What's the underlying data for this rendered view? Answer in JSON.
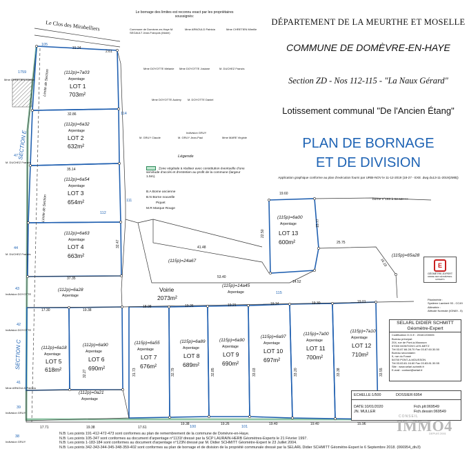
{
  "header": {
    "department": "DÉPARTEMENT DE LA MEURTHE ET MOSELLE",
    "commune": "COMMUNE DE DOMÈVRE-EN-HAYE",
    "section": "Section ZD - Nos 112-115 - \"La Naux Gérard\"",
    "subdivision": "Lotissement communal \"De l'Ancien Étang\"",
    "title_line1": "PLAN DE BORNAGE",
    "title_line2": "ET DE DIVISION",
    "application_note": "Application graphique conforme au plan d'exécution fourni par URBI-NOV le 11-12-2019 (18-27 - EXE .dwg du13-11-2019(2MB))"
  },
  "top_note": "Le bornage des limites est reconnu exact par les propriétaires soussignés:",
  "signatories": [
    "Commune de Domèvre-en-Haye  M. SEGAULT Jean-François (Maire)",
    "Mme ARNOULD Patricia",
    "Mme CHRETIEN Mireille",
    "Mme DOYOTTE Mélanie",
    "Mme DOYOTTE Josiane",
    "M. DUCHEZ Francis",
    "Mme DOYOTTE Audrey",
    "M. DOYOTTE Daniel",
    "Indivision GRUY",
    "M. GRUY Claude",
    "M. GRUY Jean-Paul",
    "Mme MARE Virginie"
  ],
  "street": "Le Clos des Mirabelliers",
  "legend": {
    "title": "Légende",
    "items": [
      "Zone végétale à réaliser avec constitution éventuelle d'une servitude d'accès et d'entretien au profit de la commune (largeur 1.5m).",
      "B.A  Borne ancienne",
      "B.N  Borne nouvelle",
      "Piquet",
      "M.R  Marque Rouge"
    ]
  },
  "lots": [
    {
      "ref": "(112p)=7a03",
      "name": "LOT 1",
      "area": "703m²"
    },
    {
      "ref": "(112p)=6a32",
      "name": "LOT 2",
      "area": "632m²"
    },
    {
      "ref": "(112p)=6a54",
      "name": "LOT 3",
      "area": "654m²"
    },
    {
      "ref": "(112p)=6a63",
      "name": "LOT 4",
      "area": "663m²"
    },
    {
      "ref": "(112p)=6a18",
      "name": "LOT 5",
      "area": "618m²"
    },
    {
      "ref": "(112p)=6a90",
      "name": "LOT 6",
      "area": "690m²"
    },
    {
      "ref": "(115p)=6a55",
      "name": "LOT 7",
      "area": "676m²"
    },
    {
      "ref": "(115p)=6a89",
      "name": "LOT 8",
      "area": "689m²"
    },
    {
      "ref": "(115p)=6a90",
      "name": "LOT 9",
      "area": "690m²"
    },
    {
      "ref": "(115p)=6a97",
      "name": "LOT 10",
      "area": "697m²"
    },
    {
      "ref": "(115p)=7a00",
      "name": "LOT 11",
      "area": "700m²"
    },
    {
      "ref": "(115p)=7a10",
      "name": "LOT 12",
      "area": "710m²"
    },
    {
      "ref": "(115p)=6a00",
      "name": "LOT 13",
      "area": "600m²"
    }
  ],
  "arpentage": "Arpentage",
  "other_parcels": {
    "p112_28": "(112p)=6a28",
    "p112_21": "(112p)=0a21",
    "p115_24": "(115p)=24a67",
    "p115_14": "(115p)=14a45",
    "p115_65": "(115p)=65a28",
    "voirie_name": "Voirie",
    "voirie_area": "2073m²",
    "borne_note": "borne n°183 à 62.53>>>"
  },
  "section_labels": [
    "SECTION E",
    "SECTION C",
    "Limite de Section",
    "Limite de Section"
  ],
  "parcel_numbers": [
    "105",
    "1759",
    "47",
    "44",
    "43",
    "42",
    "41",
    "39",
    "38",
    "112",
    "115",
    "111",
    "100",
    "101",
    "114"
  ],
  "neighbours": [
    "Mme CHRETIEN Mireille",
    "M. DUCHEZ Francis",
    "M. DUCHEZ Francis",
    "Indivision DOYOTTE",
    "Indivision DOYOTTE",
    "Mme ARNOULD Patricia",
    "Indivision GRUY",
    "Indivision GRUY"
  ],
  "dimensions": {
    "top": [
      "31.24",
      "2.61"
    ],
    "d1": "32.86",
    "d2": "35.14",
    "d3": "37.35",
    "l5a": "17.30",
    "l6a": "19.38",
    "l7a": "18.98",
    "l8a": "19.26",
    "l9a": "19.21",
    "l10a": "19.34",
    "l11a": "19.30",
    "l12a": "19.01",
    "l5b": "17.71",
    "l6b": "19.38",
    "l7b": "17.61",
    "l8b": "19.38",
    "l9b": "19.26",
    "l10b": "19.40",
    "l11b": "19.40",
    "l12b": "15.96",
    "v1": "41.48",
    "v2": "53.40",
    "v3": "25.75",
    "v4": "19.60",
    "v5": "22.50",
    "v6": "15.77",
    "v7": "14.52",
    "v8": "16.18",
    "vert": [
      "32.27",
      "31.73",
      "32.79",
      "32.85",
      "33.03",
      "33.20",
      "33.38",
      "33.55",
      "32.47"
    ]
  },
  "cad_logo": {
    "letter": "E",
    "line1": "GÉOMÈTRE-EXPERT",
    "line2": "ORDRE DES GÉOMÈTRES-EXPERTS"
  },
  "info": {
    "lines": [
      "Planimétrie :",
      "Système Lambert 93 - CC49",
      "Altimétrie :",
      "Altitude Normale (IGN69 - 5)"
    ]
  },
  "geometre": {
    "name": "SELARL DIDIER SCHMITT",
    "title": "Géomètre-Expert",
    "code": "Codification O.G.E : 2016C200005",
    "bureau_principal": "Bureau principal:",
    "addr1": "204, rue de Pont-à-Mousson",
    "addr2": "57000 MONTIGNY-LES-METZ",
    "tel1": "Tél 03.87.66.28.70 Fax 03.87.60.30.50",
    "bureau_secondaire": "Bureau secondaire:",
    "addr3": "9, rue du Fossé",
    "addr4": "54700 PONT-A-MOUSSON",
    "tel2": "Tél 03.83.81.16.60 Fax 03.83.81.30.55",
    "web": "Site : www.selarl-schmitt.fr",
    "mail": "E-mail : contact@selarl.fr"
  },
  "scale_box": {
    "scale": "ECHELLE:1/500",
    "dossier": "DOSSIER:6954",
    "date": "DATE:10/01/2020",
    "author": "JN. MULLER",
    "file1": "Fich.plt:069549",
    "file2": "Fich.dessin:069549"
  },
  "notes": [
    "N.B: Les points 191-412-472-473 sont conformes au plan de remembrement de la commune de Domèvre-en-Haye.",
    "N.B: Les points 105-347 sont conformes au document d'arpentage n°1131f dressé par la SCP LAURAIN-HERB Géomètres-Experts le 21 Février 1997.",
    "N.B: Les points 1-183-184 sont conformes au document d'arpentage n°123N dressé par M. Didier SCHMITT Géomètre-Expert le 23 Juillet 2004.",
    "N.B: Les points 342-343-344-345-348-359-402 sont conformes au plan de bornage et de division de la propriété communale dressé par la SELARL Didier SCHMITT Géomètre-Expert le 6 Septembre 2018. (066954_div3)"
  ],
  "watermark": {
    "top": "CONSEIL",
    "brand": "IMMO4",
    "bottom": "DEPUIS 2001"
  },
  "colors": {
    "lot_border": "#1e63b4",
    "title": "#1e63b4",
    "green_strip": "#bfe6cf",
    "logo_red": "#c81e1e"
  }
}
